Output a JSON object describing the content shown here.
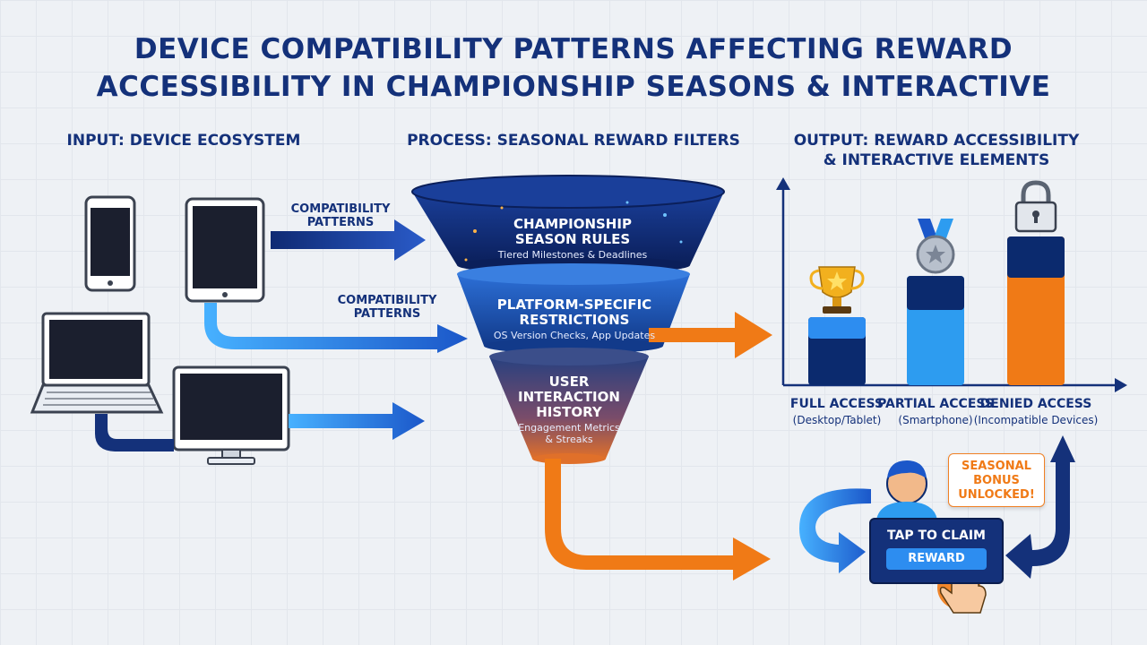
{
  "title_line1": "DEVICE COMPATIBILITY PATTERNS AFFECTING REWARD",
  "title_line2": "ACCESSIBILITY IN CHAMPIONSHIP SEASONS & INTERACTIVE",
  "columns": {
    "input": "INPUT: DEVICE ECOSYSTEM",
    "process": "PROCESS: SEASONAL REWARD FILTERS",
    "output_line1": "OUTPUT: REWARD ACCESSIBILITY",
    "output_line2": "& INTERACTIVE ELEMENTS"
  },
  "arrow_labels": {
    "top_line1": "COMPATIBILITY",
    "top_line2": "PATTERNS",
    "mid_line1": "COMPATIBILITY",
    "mid_line2": "PATTERNS"
  },
  "funnel": [
    {
      "title_line1": "CHAMPIONSHIP",
      "title_line2": "SEASON RULES",
      "sub": "Tiered Milestones & Deadlines"
    },
    {
      "title_line1": "PLATFORM-SPECIFIC",
      "title_line2": "RESTRICTIONS",
      "sub": "OS Version Checks, App Updates"
    },
    {
      "title_line1": "USER",
      "title_line2": "INTERACTION",
      "title_line3": "HISTORY",
      "sub_line1": "Engagement Metrics",
      "sub_line2": "& Streaks"
    }
  ],
  "access": [
    {
      "label": "FULL ACCESS",
      "sub": "(Desktop/Tablet)",
      "color": "#0b2a6e",
      "top_color": "#2d8df0"
    },
    {
      "label": "PARTIAL ACCESS",
      "sub": "(Smartphone)",
      "color": "#2d9cf0",
      "top_color": "#0b2a6e"
    },
    {
      "label": "DENIED ACCESS",
      "sub": "(Incompatible Devices)",
      "color": "#f07a16",
      "top_color": "#0b2a6e"
    }
  ],
  "claim": {
    "line1": "TAP TO CLAIM",
    "button": "REWARD"
  },
  "bonus": {
    "line1": "SEASONAL",
    "line2": "BONUS",
    "line3": "UNLOCKED!"
  },
  "colors": {
    "navy": "#14317a",
    "blue": "#2d9cf0",
    "orange": "#f07a16"
  }
}
